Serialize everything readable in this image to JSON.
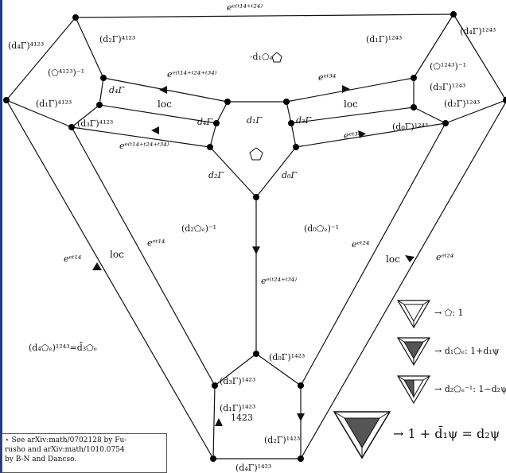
{
  "labels": {
    "top_edge": "eᵉ⁽ᵗ¹⁴⁺ᵗ²⁴⁾",
    "tl_d4": "(d₄Γ)⁴¹²³",
    "tl_d2": "(d₂Γ)⁴¹²³",
    "tl_inv": "(⬠⁴¹²³)⁻¹",
    "tl_d4g": "d₄Γ",
    "tl_d1": "(d₁Γ)⁴¹²³",
    "tl_d3": "(d₃Γ)⁴¹²³",
    "tl_loc": "loc",
    "tl_exp1": "eᵉ⁽ᵗ¹⁴⁺ᵗ²⁴⁺ᵗ³⁴⁾",
    "tl_exp2": "eᵉ⁽ᵗ¹⁴⁺ᵗ²⁴⁺ᵗ³⁴⁾",
    "center_top": "·d₁⬠ₑ",
    "tr_d1": "(d₁Γ)¹²⁴³",
    "tr_d4": "(d₄Γ)¹²⁴³",
    "tr_inv": "(⬠¹²⁴³)⁻¹",
    "tr_d3": "(d₃Γ)¹²⁴³",
    "tr_d2": "(d₂Γ)¹²⁴³",
    "tr_d0": "(d₀Γ)¹²⁴³",
    "tr_loc": "loc",
    "tr_exp1": "eᵉᵗ³⁴",
    "tr_exp2": "eᵉᵗ³⁴",
    "c_d4": "d₄Γ",
    "c_d1": "d₁Γ",
    "c_d3": "d₃Γ",
    "c_d2": "d₂Γ",
    "c_d0": "d₀Γ",
    "l_inv": "(d₂⬠ₑ)⁻¹",
    "r_inv": "(d₀⬠ₑ)⁻¹",
    "l_exp1": "eᵉᵗ¹⁴",
    "l_exp2": "eᵉᵗ¹⁴",
    "l_loc": "loc",
    "r_exp1": "eᵉᵗ²⁴",
    "r_exp2": "eᵉᵗ²⁴",
    "r_loc": "loc",
    "mid_exp": "eᵉ⁽ᵗ²⁴⁺ᵗ³⁴⁾",
    "left_eq": "(d₄⬠ₑ)¹²⁴³=d̄₃⬠ₑ",
    "b_d0": "(d₀Γ)¹⁴²³",
    "b_d3": "(d₃Γ)¹⁴²³",
    "b_d1": "(d₁Γ)¹⁴²³",
    "b_1423": "1423",
    "b_d2": "(d₂Γ)¹⁴²³",
    "b_d4": "(d₄Γ)¹⁴²³",
    "legend1": "→   ⬠:    1",
    "legend2": "→   d₁⬠ₑ:  1+d₁ψ",
    "legend3": "→ d₂⬠ₑ⁻¹:  1−d₂ψ",
    "legend4": "→ 1 + d̄₁ψ = d₂ψ",
    "note_line1": "⋆ See arXiv:math/0702128 by Fu-",
    "note_line2": "rusho and arXiv:math/1010.0754",
    "note_line3": "by B-N and Dancso."
  }
}
